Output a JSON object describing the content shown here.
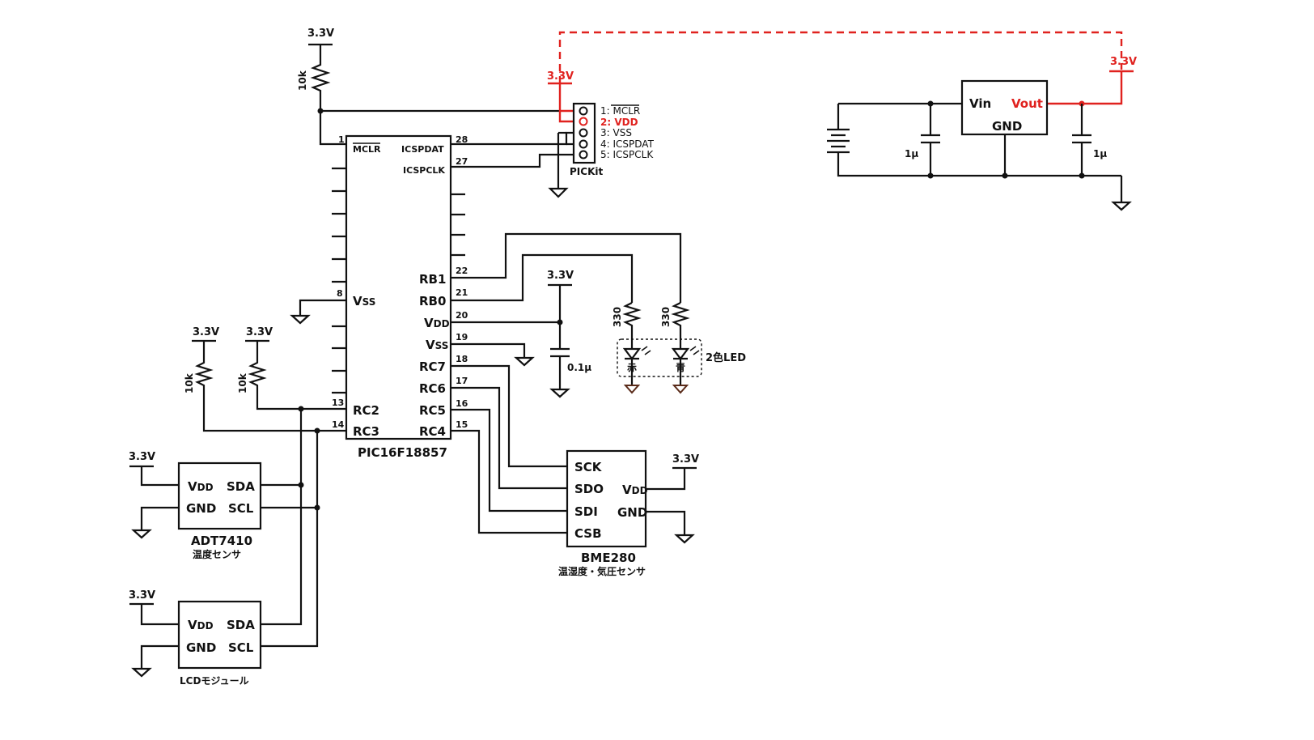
{
  "supply": "3.3V",
  "mcu": {
    "part": "PIC16F18857",
    "pins": {
      "mclr": "MCLR",
      "icspdat": "ICSPDAT",
      "icspclk": "ICSPCLK",
      "rb1": "RB1",
      "rb0": "RB0",
      "vdd_v": "V",
      "vdd_sub": "DD",
      "vss_v": "V",
      "vss_sub": "SS",
      "rc7": "RC7",
      "rc6": "RC6",
      "rc5": "RC5",
      "rc4": "RC4",
      "rc2": "RC2",
      "rc3": "RC3"
    },
    "pin_numbers": {
      "p1": "1",
      "p28": "28",
      "p27": "27",
      "p8": "8",
      "p22": "22",
      "p21": "21",
      "p20": "20",
      "p19": "19",
      "p18": "18",
      "p17": "17",
      "p16": "16",
      "p15": "15",
      "p13": "13",
      "p14": "14"
    }
  },
  "pickit": {
    "label": "PICKit",
    "pin1_prefix": "1: ",
    "pin1_name": "MCLR",
    "pin2": "2: VDD",
    "pin3": "3: VSS",
    "pin4": "4: ICSPDAT",
    "pin5": "5: ICSPCLK"
  },
  "resistors": {
    "pullup": "10k",
    "led": "330"
  },
  "capacitors": {
    "bypass": "0.1μ",
    "reg_in": "1μ",
    "reg_out": "1μ"
  },
  "leds": {
    "label": "2色LED",
    "red": "赤",
    "blue": "青"
  },
  "regulator": {
    "vin": "Vin",
    "vout": "Vout",
    "gnd": "GND"
  },
  "adt7410": {
    "name": "ADT7410",
    "desc": "温度センサ",
    "vdd_v": "V",
    "vdd_sub": "DD",
    "gnd": "GND",
    "sda": "SDA",
    "scl": "SCL"
  },
  "lcd": {
    "name": "LCDモジュール",
    "vdd_v": "V",
    "vdd_sub": "DD",
    "gnd": "GND",
    "sda": "SDA",
    "scl": "SCL"
  },
  "bme280": {
    "name": "BME280",
    "desc": "温湿度・気圧センサ",
    "sck": "SCK",
    "sdo": "SDO",
    "sdi": "SDI",
    "csb": "CSB",
    "vdd_v": "V",
    "vdd_sub": "DD",
    "gnd": "GND"
  },
  "colors": {
    "wire": "#111111",
    "highlight": "#e0221f"
  }
}
